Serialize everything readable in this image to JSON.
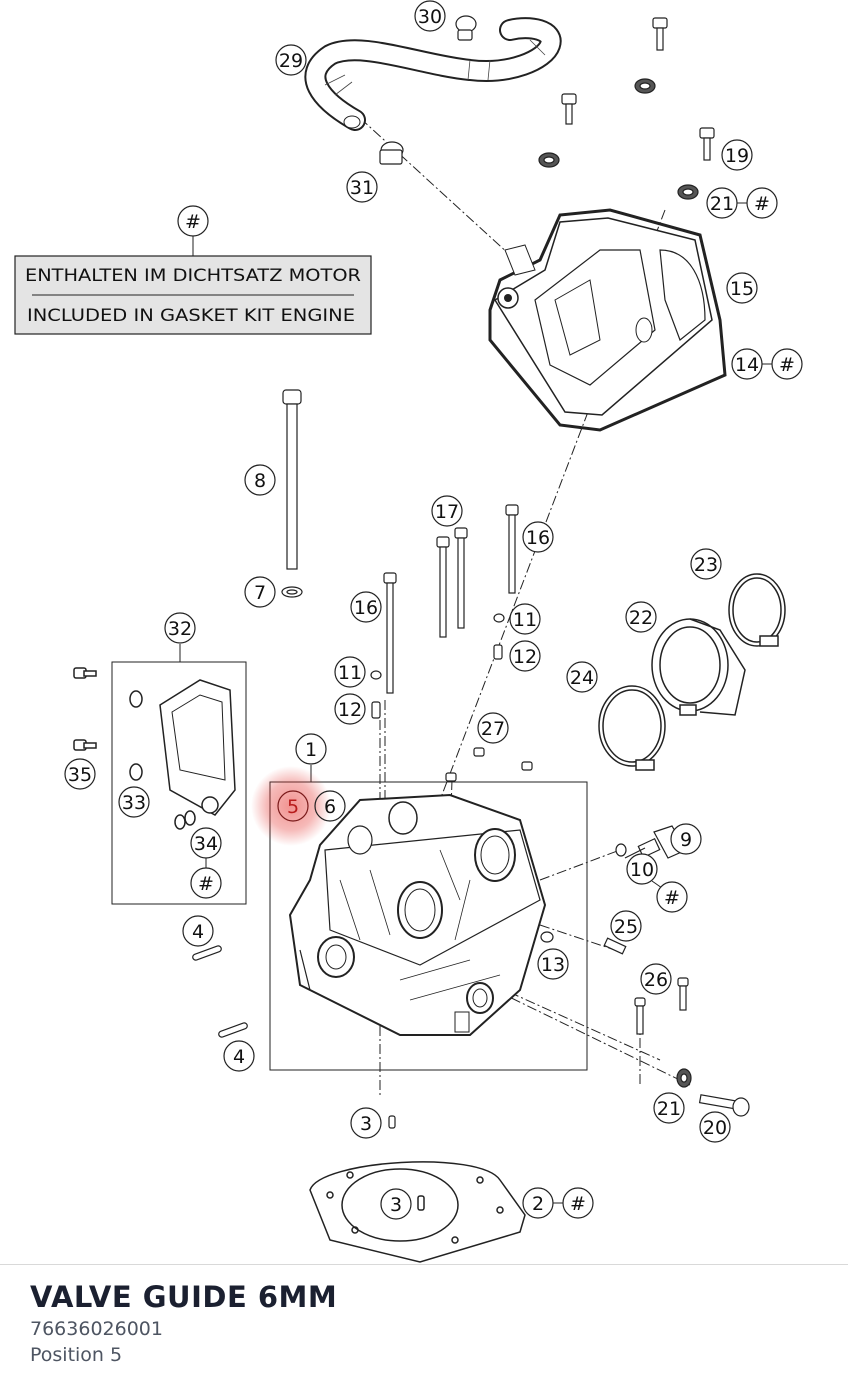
{
  "diagram": {
    "legend": {
      "symbol": "#",
      "line1": "ENTHALTEN IM DICHTSATZ MOTOR",
      "line2": "INCLUDED IN GASKET KIT ENGINE"
    },
    "callouts": {
      "c1": "1",
      "c2": "2",
      "c2h": "#",
      "c3a": "3",
      "c3b": "3",
      "c4a": "4",
      "c4b": "4",
      "c5": "5",
      "c6": "6",
      "c7": "7",
      "c8": "8",
      "c9": "9",
      "c10": "10",
      "c10h": "#",
      "c11a": "11",
      "c11b": "11",
      "c12a": "12",
      "c12b": "12",
      "c13": "13",
      "c14": "14",
      "c14h": "#",
      "c15": "15",
      "c16a": "16",
      "c16b": "16",
      "c17": "17",
      "c19": "19",
      "c20": "20",
      "c21a": "21",
      "c21ah": "#",
      "c21b": "21",
      "c22": "22",
      "c23": "23",
      "c24": "24",
      "c25": "25",
      "c26": "26",
      "c27": "27",
      "c29": "29",
      "c30": "30",
      "c31": "31",
      "c32": "32",
      "c33": "33",
      "c34": "34",
      "c34h": "#",
      "c35": "35"
    },
    "highlight_color": "#e53935"
  },
  "part": {
    "name": "VALVE GUIDE 6MM",
    "number": "76636026001",
    "position": "Position 5"
  }
}
